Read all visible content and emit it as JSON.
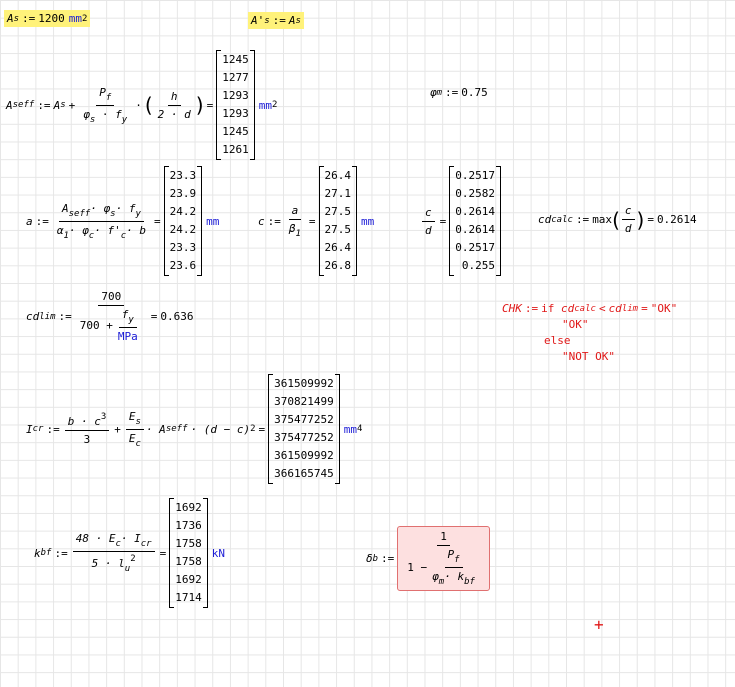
{
  "As_def": {
    "lhs": "A",
    "lhs_sub": "s",
    "assign": ":=",
    "value": "1200",
    "unit": "mm",
    "unit_pow": "2"
  },
  "Aps_def": {
    "lhs": "A'",
    "lhs_sub": "s",
    "assign": ":=",
    "rhs": "A",
    "rhs_sub": "s"
  },
  "phi_m": {
    "lhs": "φ",
    "lhs_sub": "m",
    "assign": ":=",
    "value": "0.75"
  },
  "Aseff": {
    "lhs": "A",
    "lhs_sub": "seff",
    "assign": ":=",
    "t1": "A",
    "t1_sub": "s",
    "plus": "+",
    "Pf": "P",
    "Pf_sub": "f",
    "phi": "φ",
    "phi_sub": "s",
    "fy": "f",
    "fy_sub": "y",
    "h": "h",
    "two_d": "2 · d",
    "eq": "=",
    "values": [
      "1245",
      "1277",
      "1293",
      "1293",
      "1245",
      "1261"
    ],
    "unit": "mm",
    "unit_pow": "2"
  },
  "a_calc": {
    "lhs": "a",
    "assign": ":=",
    "num": "A",
    "num_sub": "seff",
    "num2": "· φ",
    "num2_sub": "s",
    "num3": "· f",
    "num3_sub": "y",
    "den": "α",
    "den_sub": "1",
    "den2": "· φ",
    "den2_sub": "c",
    "den3": "· f'",
    "den3_sub": "c",
    "den4": "· b",
    "eq": "=",
    "values": [
      "23.3",
      "23.9",
      "24.2",
      "24.2",
      "23.3",
      "23.6"
    ],
    "unit": "mm"
  },
  "c_calc": {
    "lhs": "c",
    "assign": ":=",
    "num": "a",
    "den": "β",
    "den_sub": "1",
    "eq": "=",
    "values": [
      "26.4",
      "27.1",
      "27.5",
      "27.5",
      "26.4",
      "26.8"
    ],
    "unit": "mm"
  },
  "cd_calc": {
    "num": "c",
    "den": "d",
    "eq": "=",
    "values": [
      "0.2517",
      "0.2582",
      "0.2614",
      "0.2614",
      "0.2517",
      "0.255"
    ]
  },
  "cd_calc_max": {
    "lhs": "cd",
    "lhs_sub": "calc",
    "assign": ":=",
    "fn": "max",
    "num": "c",
    "den": "d",
    "eq": "=",
    "result": "0.2614"
  },
  "cd_lim": {
    "lhs": "cd",
    "lhs_sub": "lim",
    "assign": ":=",
    "num": "700",
    "den_prefix": "700 +",
    "fnum": "f",
    "fnum_sub": "y",
    "fden": "MPa",
    "eq": "=",
    "result": "0.636"
  },
  "chk": {
    "lhs": "CHK",
    "assign": ":=",
    "kw_if": "if",
    "cond_a": "cd",
    "cond_a_sub": "calc",
    "lt": "<",
    "cond_b": "cd",
    "cond_b_sub": "lim",
    "eq": "=",
    "ok1": "\"OK\"",
    "ok2": "\"OK\"",
    "else": "else",
    "notok": "\"NOT OK\""
  },
  "Icr": {
    "lhs": "I",
    "lhs_sub": "cr",
    "assign": ":=",
    "n1": "b · c",
    "n1_pow": "3",
    "d1": "3",
    "plus": "+",
    "n2": "E",
    "n2_sub": "s",
    "d2": "E",
    "d2_sub": "c",
    "mid": "· A",
    "mid_sub": "seff",
    "tail": "· (d − c)",
    "tail_pow": "2",
    "eq": "=",
    "values": [
      "361509992",
      "370821499",
      "375477252",
      "375477252",
      "361509992",
      "366165745"
    ],
    "unit": "mm",
    "unit_pow": "4"
  },
  "kbf": {
    "lhs": "k",
    "lhs_sub": "bf",
    "assign": ":=",
    "num": "48 · E",
    "num_sub": "c",
    "num2": "· I",
    "num2_sub": "cr",
    "den": "5 · l",
    "den_sub": "u",
    "den_pow": "2",
    "eq": "=",
    "values": [
      "1692",
      "1736",
      "1758",
      "1758",
      "1692",
      "1714"
    ],
    "unit": "kN"
  },
  "delta_b": {
    "lhs": "δ",
    "lhs_sub": "b",
    "assign": ":=",
    "num": "1",
    "den_prefix": "1 −",
    "inum": "P",
    "inum_sub": "f",
    "iden": "φ",
    "iden_sub": "m",
    "iden2": "· k",
    "iden2_sub": "bf"
  },
  "cursor": "+"
}
